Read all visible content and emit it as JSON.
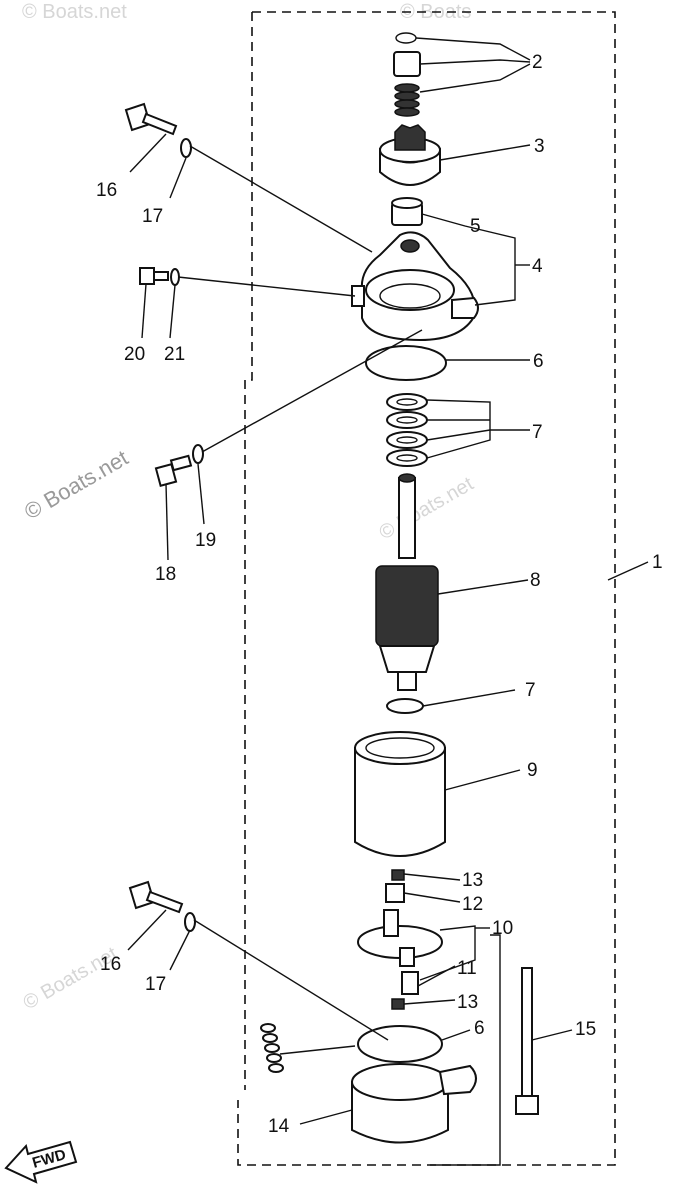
{
  "watermark": {
    "main": "© Boats.net",
    "faint": [
      "© Boats.net",
      "© Boats.net",
      "© Boats.net",
      "© Boats"
    ]
  },
  "callouts": [
    "1",
    "2",
    "3",
    "4",
    "5",
    "6",
    "7",
    "8",
    "7",
    "9",
    "13",
    "12",
    "10",
    "11",
    "13",
    "6",
    "15",
    "14",
    "16",
    "17",
    "20",
    "21",
    "18",
    "19",
    "16",
    "17"
  ],
  "fwd_label": "FWD"
}
